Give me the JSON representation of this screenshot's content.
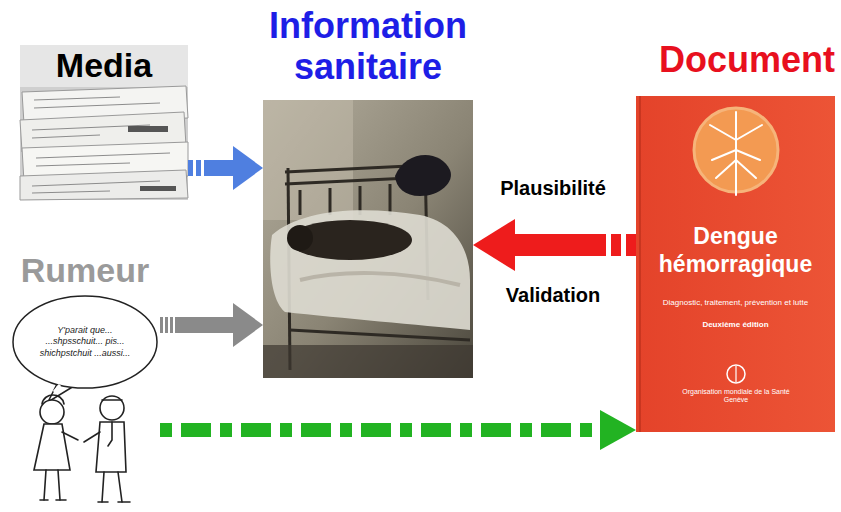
{
  "diagram": {
    "nodes": [
      {
        "text": [
          "Media"
        ]
      },
      {
        "text": [
          "Information sanitaire"
        ]
      },
      {
        "text": [
          "Document",
          "Dengue hémorragique",
          "Diagnostic, traitement, prévention et lutte",
          "Deuxième édition",
          "Organisation mondiale de la Santé Genève"
        ]
      },
      {
        "text": [
          "Rumeur",
          "Y'parait que... ...shpsschuit... pis... shichpstchuit ...aussi..."
        ]
      }
    ],
    "edges": [
      {
        "from": 0,
        "to": 1,
        "arrow": "to"
      },
      {
        "from": 2,
        "to": 1,
        "arrow": "to"
      },
      {
        "from": 3,
        "to": 1,
        "arrow": "to"
      },
      {
        "from": 3,
        "to": 2,
        "arrow": "to"
      }
    ],
    "labels": [
      "Plausibilité",
      "Validation"
    ]
  }
}
